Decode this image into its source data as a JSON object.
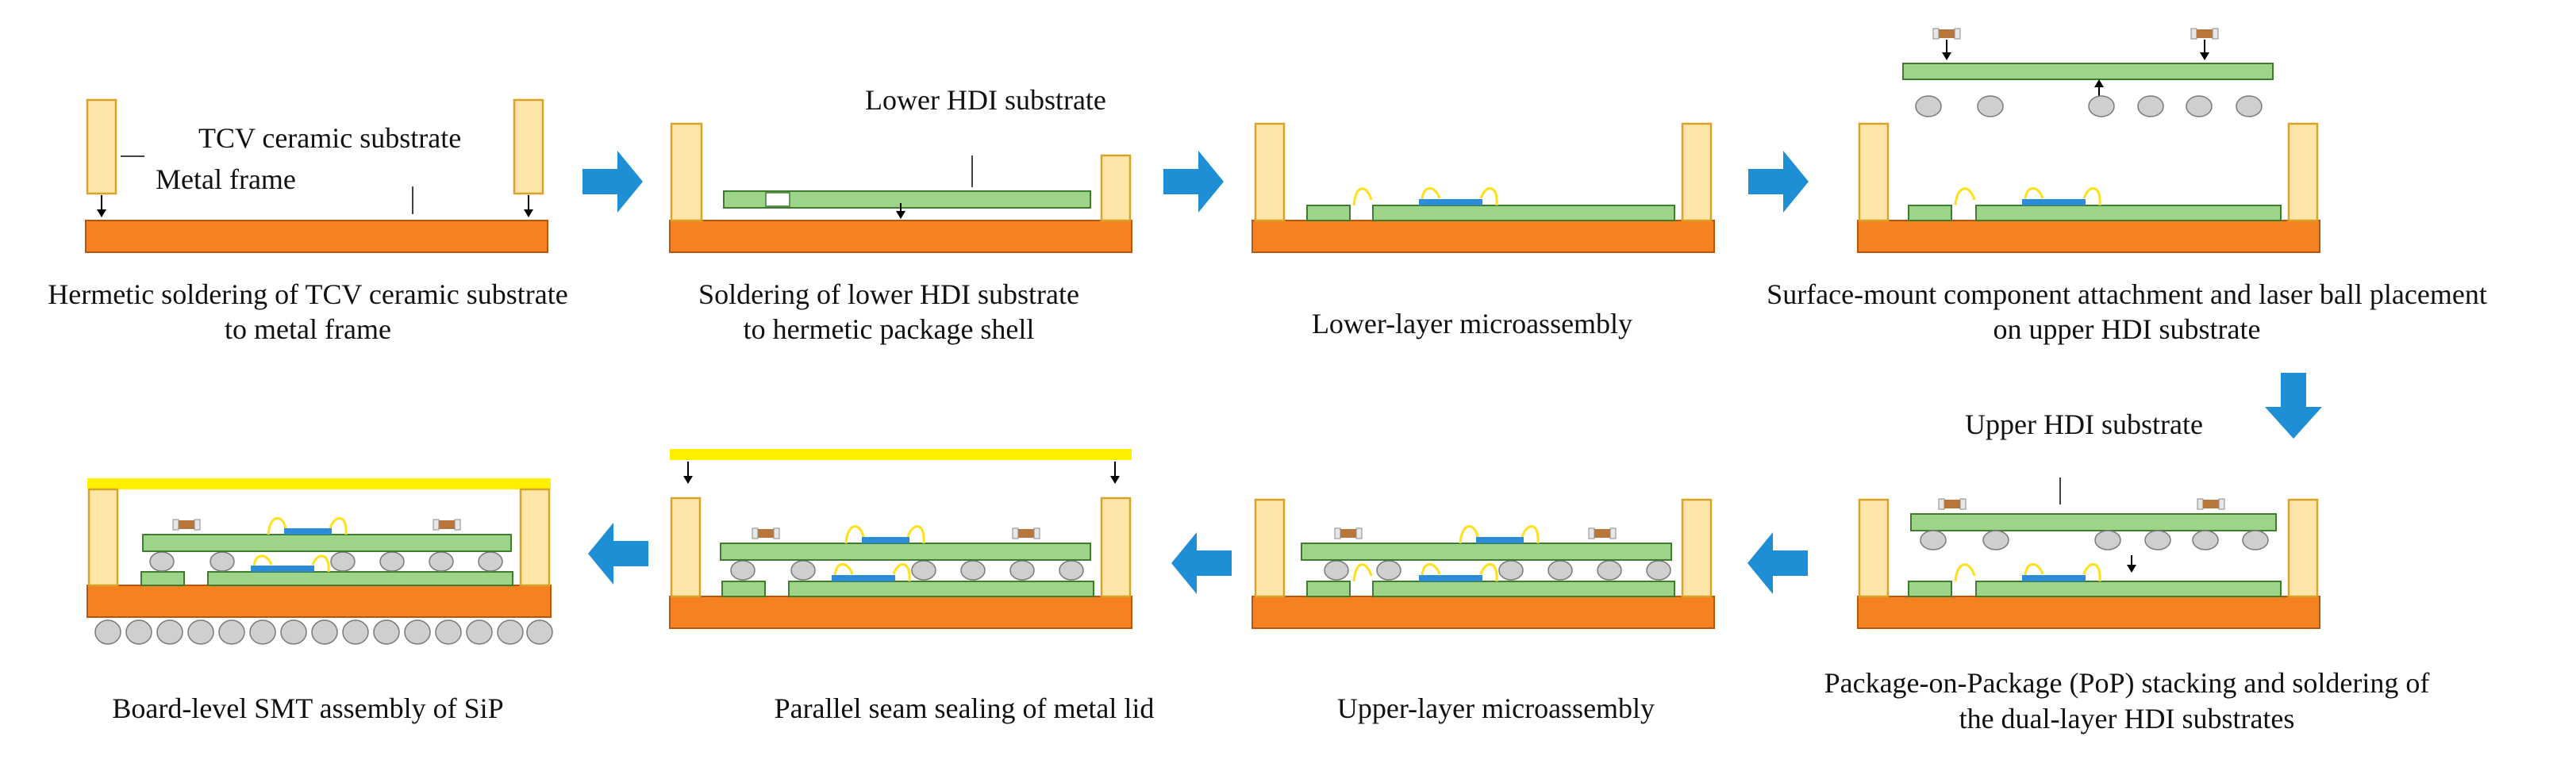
{
  "colors": {
    "base_plate": "#F58220",
    "base_edge": "#B8560B",
    "frame": "#FDE6A8",
    "frame_edge": "#D9A32A",
    "hdi_substrate": "#9ED38A",
    "hdi_edge": "#3E7D2E",
    "chip": "#2E8BD8",
    "bond_wire": "#FFE01B",
    "solder_ball": "#CFCFCF",
    "solder_ball_edge": "#7A7A7A",
    "component": "#B9763A",
    "component_pad": "#E6E6E6",
    "lid": "#FFF000",
    "process_arrow": "#1E8FD5"
  },
  "labels": {
    "tcv_ceramic_substrate": "TCV ceramic substrate",
    "metal_frame": "Metal frame",
    "lower_hdi_substrate": "Lower HDI substrate",
    "upper_hdi_substrate": "Upper HDI substrate"
  },
  "steps": [
    {
      "caption": [
        "Hermetic soldering of TCV ceramic substrate",
        "to metal frame"
      ]
    },
    {
      "caption": [
        "Soldering of lower HDI substrate",
        "to hermetic package shell"
      ]
    },
    {
      "caption": [
        "Lower-layer microassembly"
      ]
    },
    {
      "caption": [
        "Surface-mount component attachment and laser ball placement",
        "on upper HDI substrate"
      ]
    },
    {
      "caption": [
        "Package-on-Package (PoP) stacking and soldering of",
        "the dual-layer HDI substrates"
      ]
    },
    {
      "caption": [
        "Upper-layer microassembly"
      ]
    },
    {
      "caption": [
        "Parallel seam sealing of metal lid"
      ]
    },
    {
      "caption": [
        "Board-level SMT assembly of SiP"
      ]
    }
  ]
}
